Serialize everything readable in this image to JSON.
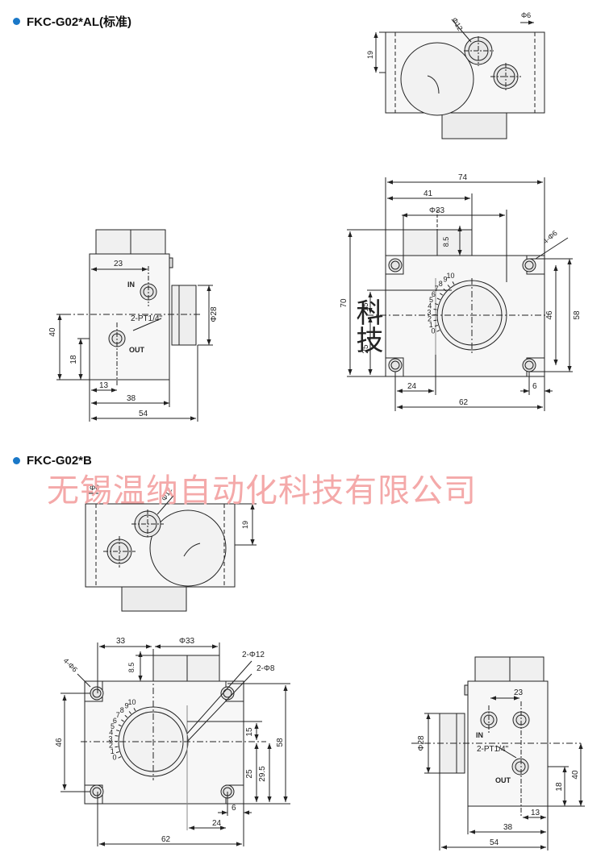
{
  "sections": {
    "top_title": "FKC-G02*AL(标准)",
    "bottom_title": "FKC-G02*B"
  },
  "watermark": "无锡温纳自动化科技有限公司",
  "watermark_vertical": "科技",
  "views": {
    "top_plan": {
      "phi6": "Φ6",
      "phi12": "Φ12",
      "h19": "19"
    },
    "top_side": {
      "w23": "23",
      "in": "IN",
      "out": "OUT",
      "pt": "2-PT1/4\"",
      "phi28": "Φ28",
      "h40": "40",
      "h18": "18",
      "w13": "13",
      "w38": "38",
      "w54": "54"
    },
    "top_front": {
      "w74": "74",
      "w41": "41",
      "phi33": "Φ33",
      "h85": "8.5",
      "holes": "4-Φ6",
      "h70": "70",
      "h15": "15",
      "h25": "25",
      "h46": "46",
      "h58": "58",
      "w24": "24",
      "w6": "6",
      "w62": "62"
    },
    "bot_plan": {
      "phi6": "Φ6",
      "phi12": "Φ12",
      "h19": "19"
    },
    "bot_front": {
      "w33": "33",
      "phi33": "Φ33",
      "h85": "8.5",
      "holes": "4-Φ6",
      "p12": "2-Φ12",
      "p8": "2-Φ8",
      "h46": "46",
      "h15": "15",
      "h25": "25",
      "h295": "29.5",
      "h58": "58",
      "w6": "6",
      "w24": "24",
      "w62": "62"
    },
    "bot_side": {
      "w23": "23",
      "in": "IN",
      "out": "OUT",
      "pt": "2-PT1/4\"",
      "phi28": "Φ28",
      "h40": "40",
      "h18": "18",
      "w13": "13",
      "w38": "38",
      "w54": "54"
    }
  },
  "dial_numbers_top": [
    "0",
    "1",
    "2",
    "3",
    "4",
    "5",
    "6",
    "7",
    "8",
    "9",
    "10"
  ],
  "dial_numbers_bottom": [
    "0",
    "1",
    "2",
    "3",
    "4",
    "5",
    "6",
    "7",
    "8",
    "9",
    "10"
  ]
}
